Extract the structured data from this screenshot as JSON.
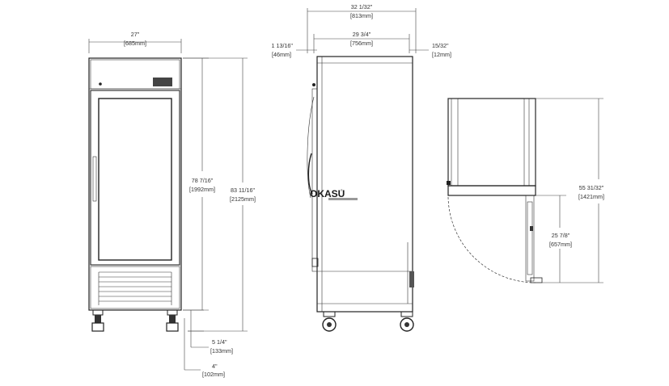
{
  "front_view": {
    "width_in": "27\"",
    "width_mm": "[685mm]",
    "body_height_in": "78 7/16\"",
    "body_height_mm": "[1992mm]",
    "overall_height_in": "83 11/16\"",
    "overall_height_mm": "[2125mm]",
    "caster_height_in": "5 1/4\"",
    "caster_height_mm": "[133mm]",
    "leg_height_in": "4\"",
    "leg_height_mm": "[102mm]"
  },
  "side_view": {
    "overall_depth_in": "32 1/32\"",
    "overall_depth_mm": "[813mm]",
    "body_depth_in": "29 3/4\"",
    "body_depth_mm": "[756mm]",
    "handle_depth_in": "1 13/16\"",
    "handle_depth_mm": "[46mm]",
    "rear_offset_in": "15/32\"",
    "rear_offset_mm": "[12mm]"
  },
  "top_view": {
    "door_swing_in": "55 31/32\"",
    "door_swing_mm": "[1421mm]",
    "door_width_in": "25 7/8\"",
    "door_width_mm": "[657mm]"
  },
  "logo": {
    "text": "OKASU",
    "mark": "®"
  }
}
